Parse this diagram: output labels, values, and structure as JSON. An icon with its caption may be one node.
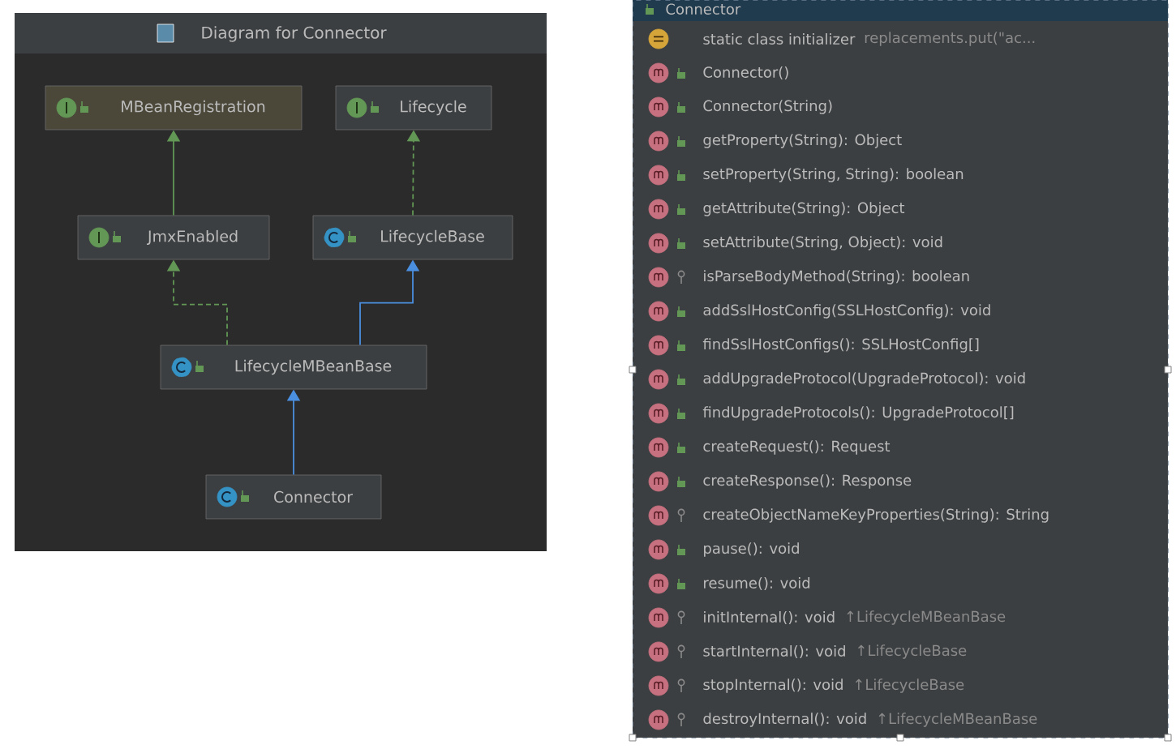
{
  "diagram": {
    "title": "Diagram for Connector",
    "nodes": [
      {
        "text": [
          "MBeanRegistration"
        ]
      },
      {
        "text": [
          "Lifecycle"
        ]
      },
      {
        "text": [
          "JmxEnabled"
        ]
      },
      {
        "text": [
          "LifecycleBase"
        ]
      },
      {
        "text": [
          "LifecycleMBeanBase"
        ]
      },
      {
        "text": [
          "Connector"
        ]
      },
      {
        "text": [
          "Connector"
        ]
      }
    ],
    "edges": [
      {
        "from": 2,
        "to": 0,
        "arrow": "to"
      },
      {
        "from": 3,
        "to": 1,
        "arrow": "to",
        "style": "dashed"
      },
      {
        "from": 4,
        "to": 2,
        "arrow": "to",
        "style": "dashed"
      },
      {
        "from": 4,
        "to": 3,
        "arrow": "to",
        "color": "#4a8fe0"
      },
      {
        "from": 5,
        "to": 4,
        "arrow": "to",
        "color": "#4a8fe0"
      }
    ],
    "labels": [
      "static class initializer",
      "replacements.put(\"ac...",
      "Connector()",
      "Connector(String)",
      "getProperty(String): Object",
      "setProperty(String, String): boolean",
      "getAttribute(String): Object",
      "setAttribute(String, Object): void",
      "isParseBodyMethod(String): boolean",
      "addSslHostConfig(SSLHostConfig): void",
      "findSslHostConfigs(): SSLHostConfig[]",
      "addUpgradeProtocol(UpgradeProtocol): void",
      "findUpgradeProtocols(): UpgradeProtocol[]",
      "createRequest(): Request",
      "createResponse(): Response",
      "createObjectNameKeyProperties(String): String",
      "pause(): void",
      "resume(): void",
      "initInternal(): void",
      "↑LifecycleMBeanBase",
      "startInternal(): void",
      "↑LifecycleBase",
      "stopInternal(): void",
      "↑LifecycleBase",
      "destroyInternal(): void",
      "↑LifecycleMBeanBase"
    ]
  }
}
